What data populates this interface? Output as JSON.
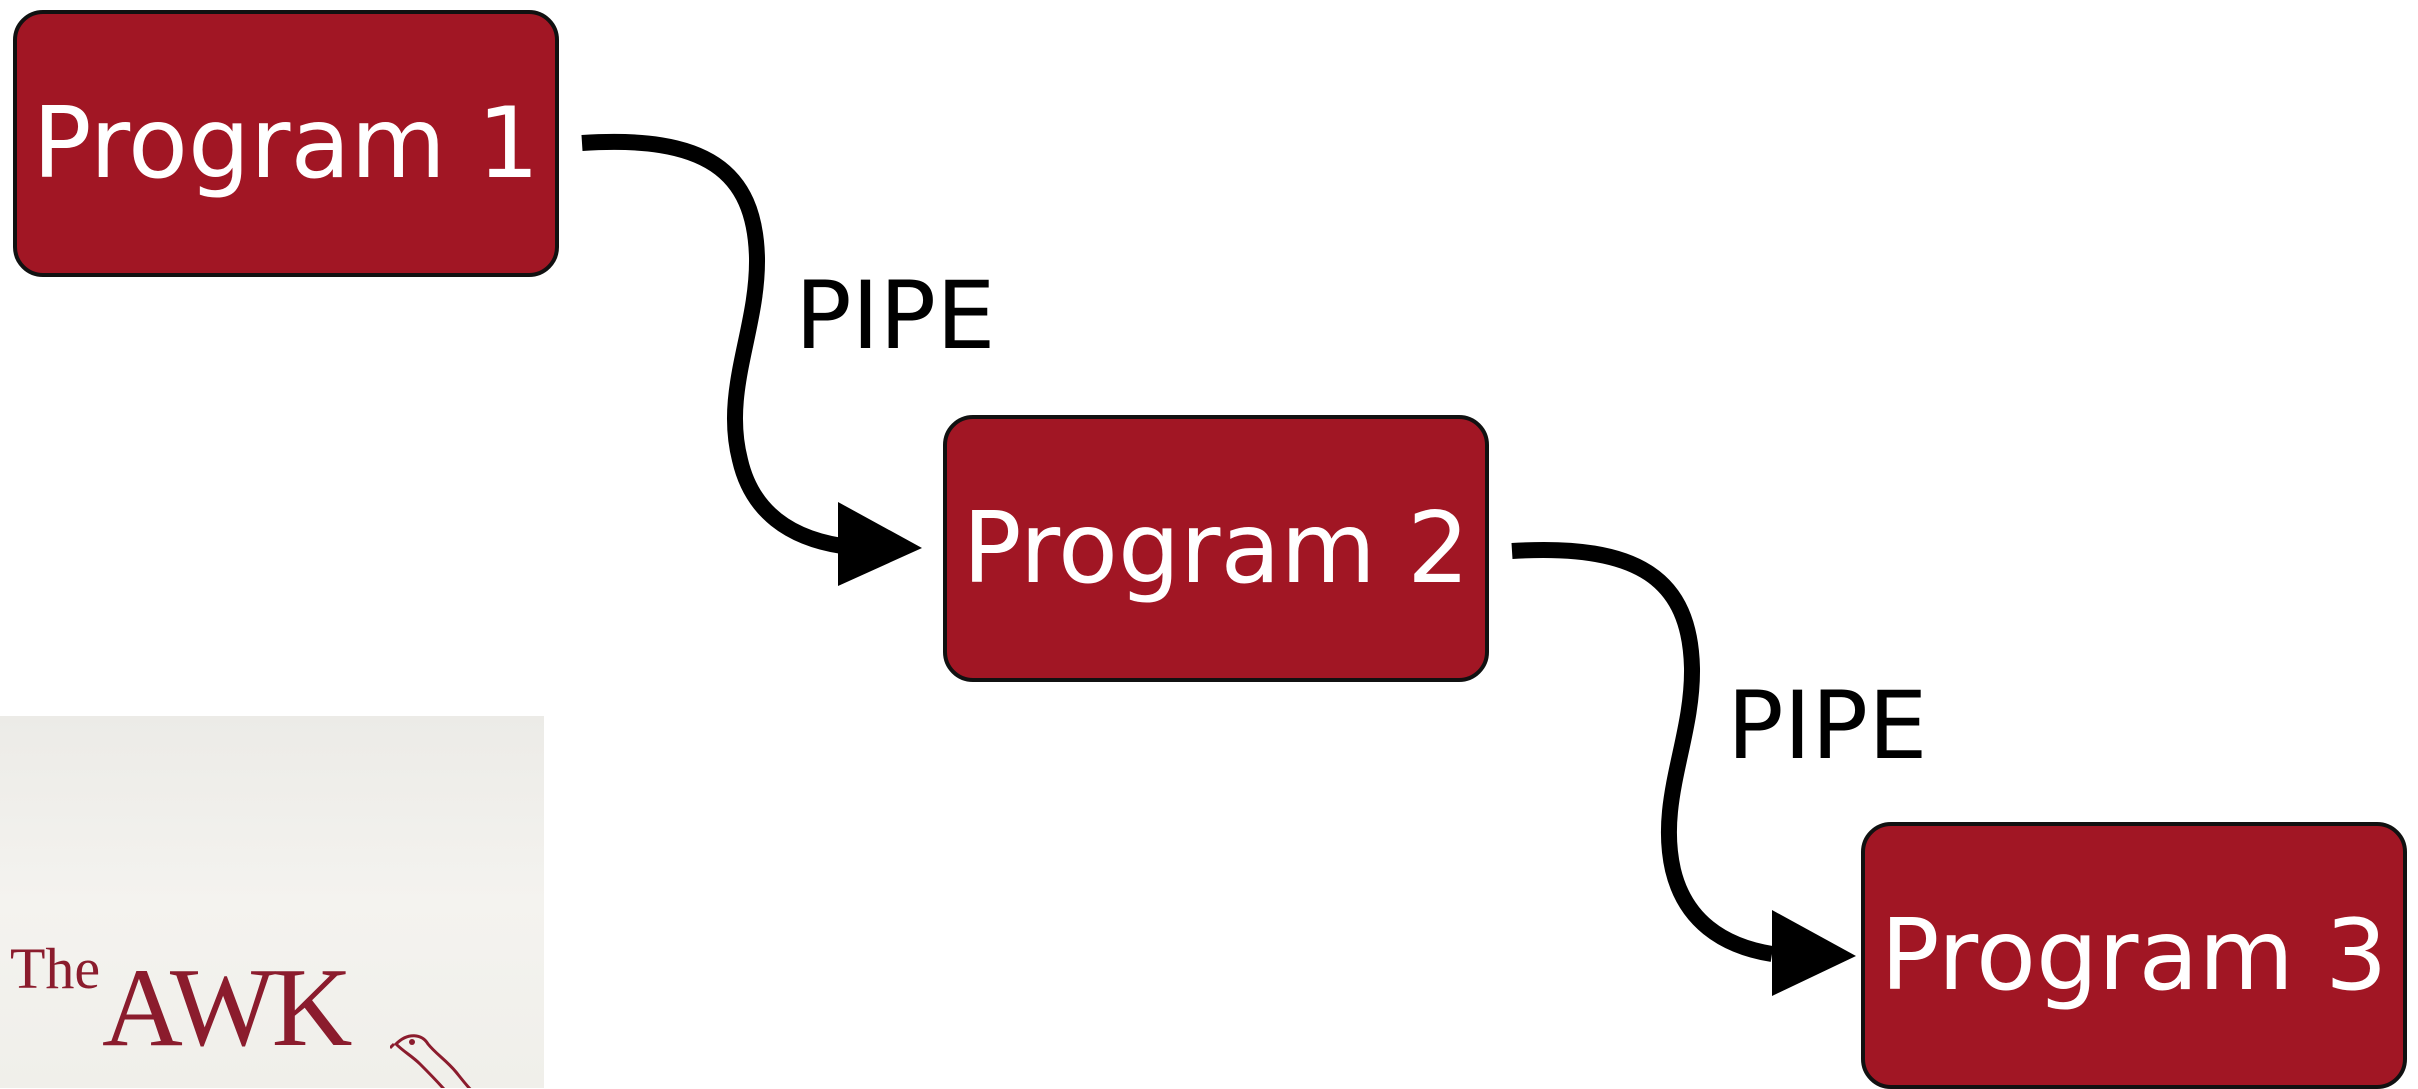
{
  "programs": [
    {
      "label": "Program 1"
    },
    {
      "label": "Program 2"
    },
    {
      "label": "Program 3"
    }
  ],
  "pipes": [
    {
      "label": "PIPE"
    },
    {
      "label": "PIPE"
    }
  ],
  "book_cover": {
    "the": "The",
    "title": "AWK"
  },
  "colors": {
    "box_fill": "#a11624",
    "box_border": "#111111",
    "arrow": "#000000",
    "book_ink": "#8b1c2d"
  }
}
